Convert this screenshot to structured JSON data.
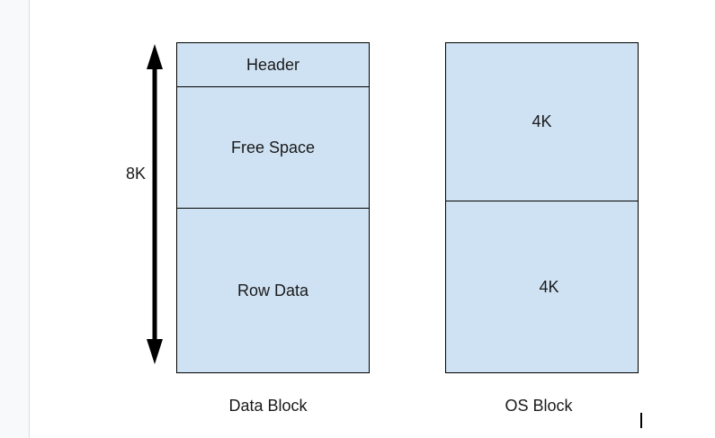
{
  "diagram": {
    "size_label": "8K",
    "data_block": {
      "caption": "Data Block",
      "sections": [
        "Header",
        "Free Space",
        "Row Data"
      ]
    },
    "os_block": {
      "caption": "OS Block",
      "sections": [
        "4K",
        "4K"
      ]
    }
  },
  "colors": {
    "block_fill": "#cfe2f3",
    "outline": "#000000"
  }
}
